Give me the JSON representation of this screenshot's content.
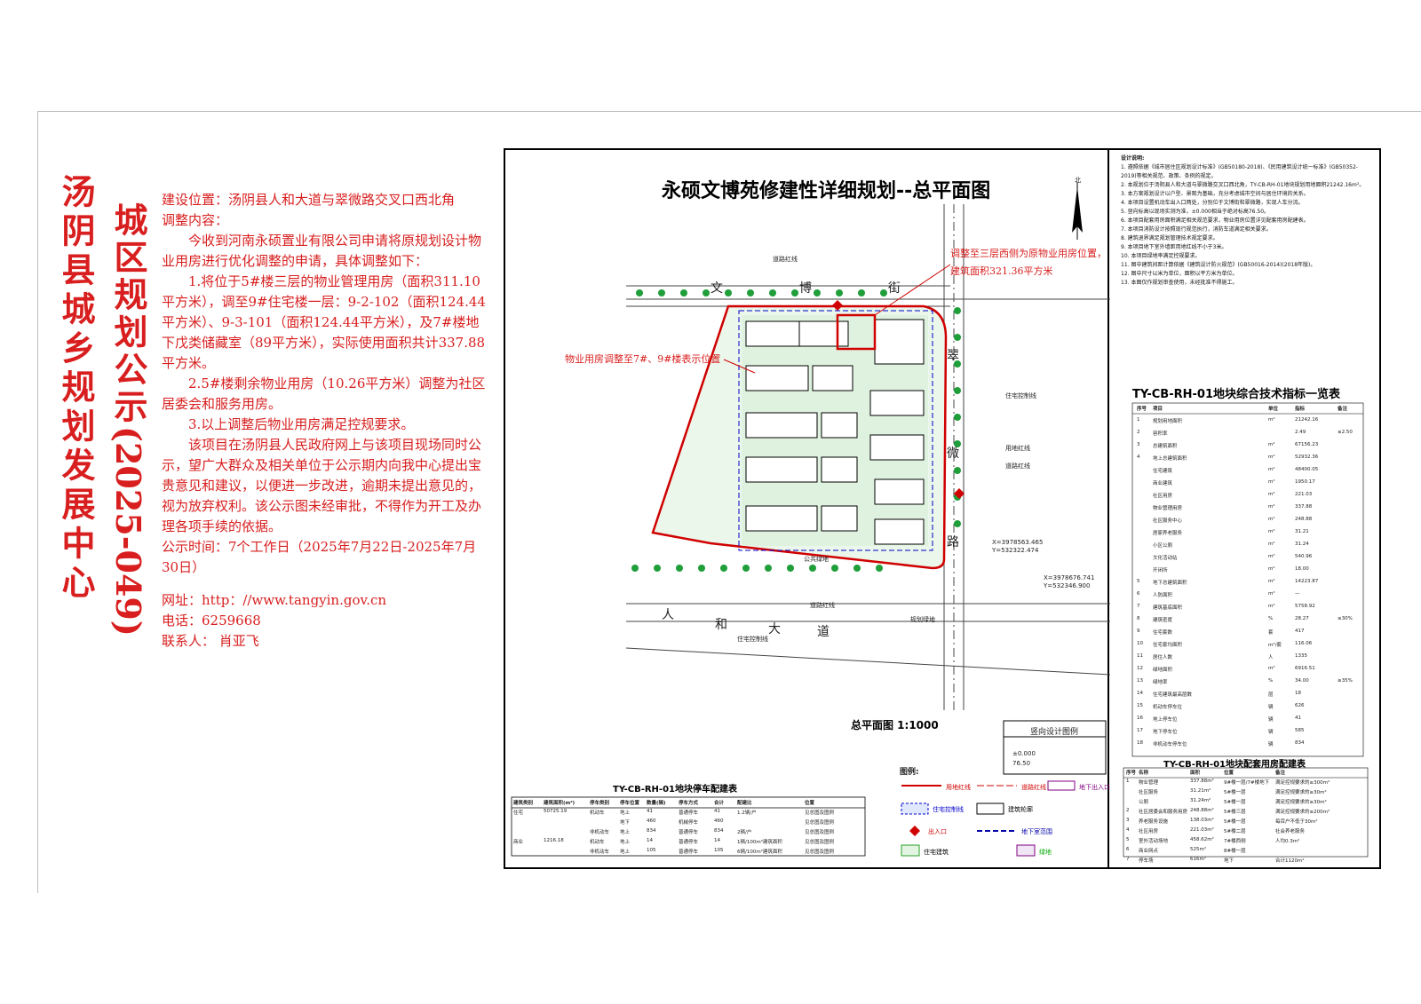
{
  "vertical_titles": {
    "left": "汤阴县城乡规划发展中心",
    "right_text": "城区规划公示",
    "right_number": "(2025-049)"
  },
  "notice": {
    "location": "建设位置：汤阴县人和大道与翠微路交叉口西北角",
    "adjust_heading": "调整内容：",
    "intro": "今收到河南永硕置业有限公司申请将原规划设计物业用房进行优化调整的申请，具体调整如下：",
    "item1": "1.将位于5#楼三层的物业管理用房（面积311.10平方米），调至9#住宅楼一层：9-2-102（面积124.44平方米）、9-3-101（面积124.44平方米），及7#楼地下戊类储藏室（89平方米），实际使用面积共计337.88平方米。",
    "item2": "2.5#楼剩余物业用房（10.26平方米）调整为社区居委会和服务用房。",
    "item3": "3.以上调整后物业用房满足控规要求。",
    "closing": "该项目在汤阴县人民政府网上与该项目现场同时公示，望广大群众及相关单位于公示期内向我中心提出宝贵意见和建议，以便进一步改进，逾期未提出意见的，视为放弃权利。该公示图未经审批，不得作为开工及办理各项手续的依据。",
    "period": "公示时间：7个工作日（2025年7月22日-2025年7月30日）",
    "website": "网址：http：//www.tangyin.gov.cn",
    "phone": "电话：6259668",
    "contact": "联系人：  肖亚飞"
  },
  "drawing": {
    "title": "永硕文博苑修建性详细规划--总平面图",
    "scale": "总平面图 1:1000",
    "annotation_top": "调整至三层西侧为原物业用房位置，建筑面积321.36平方米",
    "annotation_left": "物业用房调整至7#、9#楼表示位置",
    "road_north": [
      "文",
      "博",
      "街"
    ],
    "road_south": [
      "人",
      "和",
      "大",
      "道"
    ],
    "road_east": [
      "翠",
      "微",
      "路"
    ],
    "labels": {
      "red_line_top": "道路红线",
      "building_control": "住宅控制线",
      "land_line": "用地红线",
      "road_red": "道路红线",
      "public_green": "公共绿地",
      "road_red_s": "道路红线",
      "housing_control_s": "住宅控制线",
      "planned_green": "规划绿地",
      "coord1": "X=3978563.465",
      "coord1b": "Y=532322.474",
      "coord2": "X=3978676.741",
      "coord2b": "Y=532346.900",
      "north": "北"
    },
    "legend_title": "图例:",
    "vertical_legend_title": "竖向设计图例",
    "elevation_top": "±0.000",
    "elevation_bottom": "76.50",
    "parking_table_title": "TY-CB-RH-01地块停车配建表",
    "tech_table_title": "TY-CB-RH-01地块综合技术指标一览表",
    "supporting_table_title": "TY-CB-RH-01地块配套用房配建表",
    "notes_title": "设计说明:",
    "notes": [
      "1. 遵照依据《城市居住区规划设计标准》(GB50180-2018)、《民用建筑设计统一标准》(GB50352-2019)等相关规范、政策、条例的规定。",
      "2. 本规划位于汤阴县人和大道与翠微路交叉口西北角，TY-CB-RH-01地块规划用地面积21242.16m²。",
      "3. 本方案规划设计以户型、景观为基础，充分考虑城市空间与居住环境的关系。",
      "4. 本项目设置机动车出入口两处，分别位于文博街和翠微路，实现人车分流。",
      "5. 竖向标高以现场实测为准，±0.000相当于绝对标高76.50。",
      "6. 本项目配套用房面积满足相关规范要求，物业用房位置详见配套用房配建表。",
      "7. 本项目消防设计按照现行规范执行，消防车道满足相关要求。",
      "8. 建筑退界满足规划管理技术规定要求。",
      "9. 本项目地下室外墙距用地红线不小于3米。",
      "10. 本项目绿地率满足控规要求。",
      "11. 图中建筑间距计算依据《建筑设计防火规范》(GB50016-2014)(2018年版)。",
      "12. 图中尺寸以米为单位，面积以平方米为单位。",
      "13. 本图仅作规划审查使用，未经批准不得施工。"
    ]
  },
  "tech_table": {
    "headers": [
      "序号",
      "项目",
      "单位",
      "指标",
      "备注"
    ],
    "rows": [
      [
        "1",
        "规划用地面积",
        "m²",
        "21242.16",
        ""
      ],
      [
        "2",
        "容积率",
        "",
        "2.49",
        "≤2.50"
      ],
      [
        "3",
        "总建筑面积",
        "m²",
        "67156.23",
        ""
      ],
      [
        "4",
        "地上总建筑面积",
        "m²",
        "52932.36",
        ""
      ],
      [
        "",
        "住宅建筑",
        "m²",
        "48400.05",
        ""
      ],
      [
        "",
        "商业建筑",
        "m²",
        "1950.17",
        ""
      ],
      [
        "",
        "社区用房",
        "m²",
        "221.03",
        ""
      ],
      [
        "",
        "物业管理用房",
        "m²",
        "337.88",
        ""
      ],
      [
        "",
        "社区服务中心",
        "m²",
        "248.88",
        ""
      ],
      [
        "",
        "居家养老服务",
        "m²",
        "31.21",
        ""
      ],
      [
        "",
        "小区公厕",
        "m²",
        "31.24",
        ""
      ],
      [
        "",
        "文化活动站",
        "m²",
        "540.96",
        ""
      ],
      [
        "",
        "开闭所",
        "m²",
        "18.00",
        ""
      ],
      [
        "5",
        "地下总建筑面积",
        "m²",
        "14223.87",
        ""
      ],
      [
        "6",
        "人防面积",
        "m²",
        "—",
        ""
      ],
      [
        "7",
        "建筑基底面积",
        "m²",
        "5758.92",
        ""
      ],
      [
        "8",
        "建筑密度",
        "%",
        "28.27",
        "≤30%"
      ],
      [
        "9",
        "住宅套数",
        "套",
        "417",
        ""
      ],
      [
        "10",
        "住宅套均面积",
        "m²/套",
        "116.06",
        ""
      ],
      [
        "11",
        "居住人数",
        "人",
        "1335",
        ""
      ],
      [
        "12",
        "绿地面积",
        "m²",
        "6916.51",
        ""
      ],
      [
        "13",
        "绿地率",
        "%",
        "34.00",
        "≥35%"
      ],
      [
        "14",
        "住宅建筑最高层数",
        "层",
        "18",
        ""
      ],
      [
        "15",
        "机动车停车位",
        "辆",
        "626",
        ""
      ],
      [
        "16",
        "地上停车位",
        "辆",
        "41",
        ""
      ],
      [
        "17",
        "地下停车位",
        "辆",
        "585",
        ""
      ],
      [
        "18",
        "非机动车停车位",
        "辆",
        "834",
        ""
      ]
    ]
  },
  "parking_table": {
    "headers": [
      "建筑类别",
      "建筑面积(m²)",
      "停车类别",
      "停车位置",
      "数量(辆)",
      "停车方式",
      "合计",
      "配建比",
      "位置"
    ],
    "rows": [
      [
        "住宅",
        "50725.19",
        "机动车",
        "地上",
        "41",
        "普通停车",
        "41",
        "1.2辆/户",
        "见总图及图例"
      ],
      [
        "",
        "",
        "",
        "地下",
        "460",
        "机械停车",
        "460",
        "",
        "见总图及图例"
      ],
      [
        "",
        "",
        "非机动车",
        "地上",
        "834",
        "普通停车",
        "834",
        "2辆/户",
        "见总图及图例"
      ],
      [
        "商业",
        "1216.18",
        "机动车",
        "地上",
        "14",
        "普通停车",
        "14",
        "1辆/100m²建筑面积",
        "见总图及图例"
      ],
      [
        "",
        "",
        "非机动车",
        "地上",
        "105",
        "普通停车",
        "105",
        "6辆/100m²建筑面积",
        "见总图及图例"
      ]
    ]
  },
  "supporting_table": {
    "headers": [
      "序号",
      "名称",
      "面积",
      "位置",
      "备注"
    ],
    "rows": [
      [
        "1",
        "物业管理",
        "337.88m²",
        "9#楼一层/7#楼地下",
        "满足控规要求的≥300m²"
      ],
      [
        "",
        "社区服务",
        "31.21m²",
        "5#楼一层",
        "满足控规要求的≥30m²"
      ],
      [
        "",
        "公厕",
        "31.24m²",
        "5#楼一层",
        "满足控规要求的≥30m²"
      ],
      [
        "2",
        "社区居委会和服务用房",
        "248.88m²",
        "5#楼三层",
        "满足控规要求的≥200m²"
      ],
      [
        "3",
        "养老服务设施",
        "138.03m²",
        "5#楼一层",
        "每百户不低于30m²"
      ],
      [
        "4",
        "社区用房",
        "221.03m²",
        "5#楼二层",
        "社会养老服务"
      ],
      [
        "5",
        "室外活动场地",
        "458.62m²",
        "7#楼西侧",
        "人均0.3m²"
      ],
      [
        "6",
        "商业网点",
        "525m²",
        "8#楼一层",
        ""
      ],
      [
        "7",
        "停车场",
        "616m²",
        "地下",
        "合计1120m²"
      ]
    ]
  },
  "legend": [
    {
      "label": "用地红线",
      "color": "#d00000"
    },
    {
      "label": "道路红线",
      "color": "#d00000"
    },
    {
      "label": "地下出入口",
      "color": "#800080"
    },
    {
      "label": "住宅控制线",
      "color": "#0000cc"
    },
    {
      "label": "建筑轮廓",
      "color": "#000000"
    },
    {
      "label": "出入口",
      "color": "#d00000"
    },
    {
      "label": "地下室范围",
      "color": "#0000aa"
    },
    {
      "label": "住宅建筑",
      "color": "#000000"
    },
    {
      "label": "绿地",
      "color": "#00aa00"
    }
  ],
  "colors": {
    "title_red": "#d81e1e",
    "line_red": "#d00000",
    "green": "#2aa02a"
  }
}
